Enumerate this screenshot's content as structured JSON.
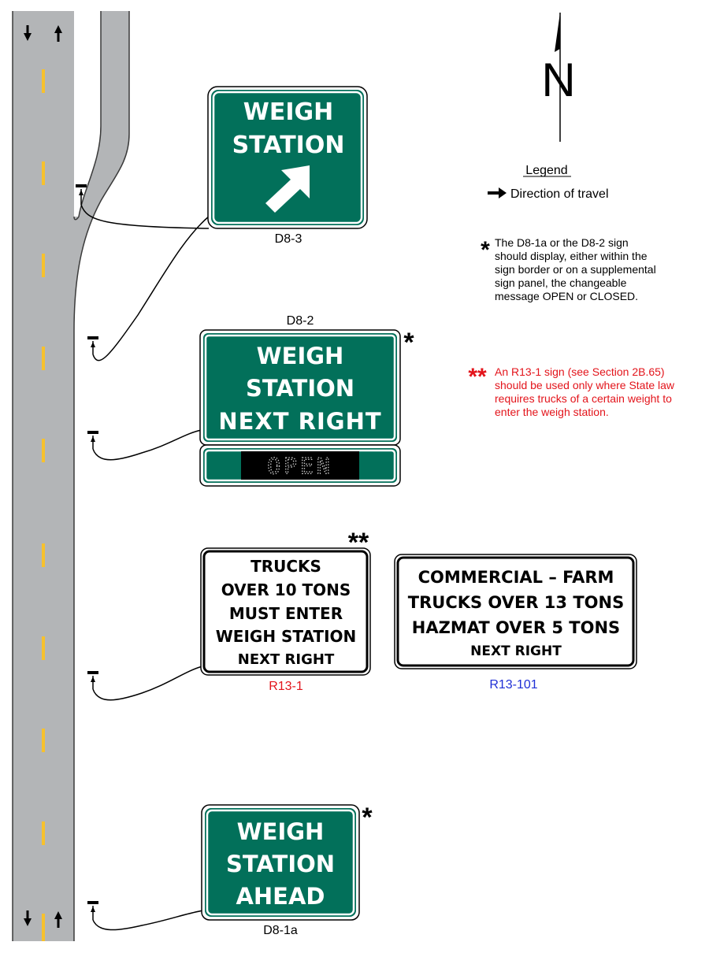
{
  "north_label": "N",
  "legend": {
    "title": "Legend",
    "direction_of_travel": "Direction of travel"
  },
  "notes": {
    "single": {
      "marker": "*",
      "lines": [
        "The D8-1a or the D8-2 sign",
        "should display, either within the",
        "sign border or on a supplemental",
        "sign panel, the changeable",
        "message OPEN or CLOSED."
      ],
      "color": "#000000"
    },
    "double": {
      "marker": "**",
      "lines": [
        "An R13-1 sign (see Section 2B.65)",
        "should be used only where State law",
        "requires trucks of a certain weight to",
        "enter the weigh station."
      ],
      "color": "#e3141b"
    }
  },
  "signs": {
    "d8_3": {
      "code": "D8-3",
      "lines": [
        "WEIGH",
        "STATION"
      ],
      "arrow": "diagonal-up-right-arrow"
    },
    "d8_2": {
      "code": "D8-2",
      "marker": "*",
      "lines": [
        "WEIGH",
        "STATION",
        "NEXT RIGHT"
      ],
      "panel_message": "OPEN"
    },
    "r13_1": {
      "code": "R13-1",
      "marker": "**",
      "lines": [
        "TRUCKS",
        "OVER 10 TONS",
        "MUST ENTER",
        "WEIGH STATION",
        "NEXT RIGHT"
      ],
      "code_color": "#e3141b"
    },
    "r13_101": {
      "code": "R13-101",
      "lines": [
        "COMMERCIAL – FARM",
        "TRUCKS OVER 13 TONS",
        "HAZMAT OVER 5 TONS",
        "NEXT RIGHT"
      ],
      "code_color": "#1f2fd6"
    },
    "d8_1a": {
      "code": "D8-1a",
      "marker": "*",
      "lines": [
        "WEIGH",
        "STATION",
        "AHEAD"
      ]
    }
  },
  "colors": {
    "guide_green": "#02705a",
    "road_gray": "#b3b5b7",
    "center_line_yellow": "#f7c12d",
    "note_red": "#e3141b",
    "caption_blue": "#1f2fd6"
  }
}
